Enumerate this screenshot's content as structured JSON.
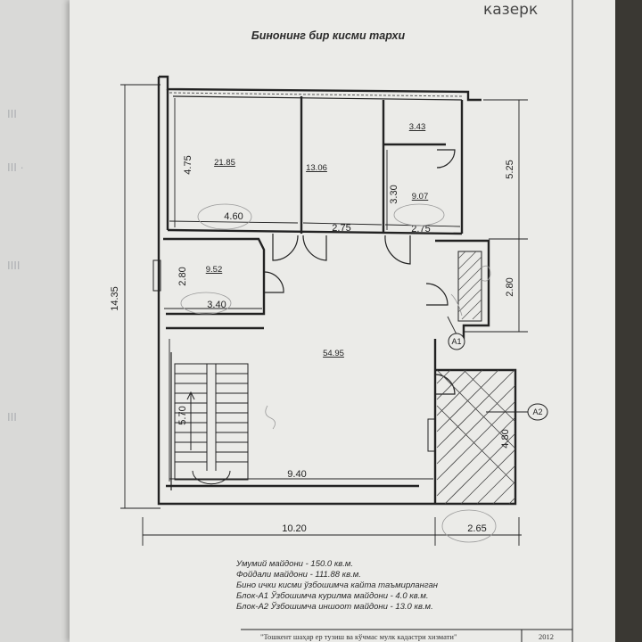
{
  "corner_note": "казерк",
  "plan_title": "Бинонинг бир кисми тархи",
  "rooms": [
    {
      "id": "room-1",
      "area": "21.85"
    },
    {
      "id": "room-2",
      "area": "13.06"
    },
    {
      "id": "room-3",
      "area": "3.43"
    },
    {
      "id": "room-4",
      "area": "9.07"
    },
    {
      "id": "room-5",
      "area": "9.52"
    },
    {
      "id": "room-6",
      "area": "54.95"
    }
  ],
  "dimensions": {
    "room1_height": "4.75",
    "room1_width": "4.60",
    "room2_width": "2.75",
    "room4_height": "3.30",
    "room4_width": "2.75",
    "right_top": "5.25",
    "right_mid": "2.80",
    "room5_height": "2.80",
    "room5_width": "3.40",
    "stair_height": "5.70",
    "hall_width": "9.40",
    "left_total": "14.35",
    "bottom_main": "10.20",
    "bottom_annex": "2.65",
    "annex_height": "4.80"
  },
  "block_labels": [
    "A1",
    "A2"
  ],
  "summary_lines": [
    "Умумий майдони - 150.0 кв.м.",
    "Фойдали майдони - 111.88 кв.м.",
    "Бино ички кисми ўзбошимча кайта таъмирланган",
    "Блок-А1 Ўзбошимча курилма майдони - 4.0 кв.м.",
    "Блок-А2 Ўзбошимча иншоот майдони - 13.0 кв.м."
  ],
  "footer": "\"Тошкент шаҳар ер тузиш ва кўчмас мулк кадастри хизмати\"",
  "footer_year": "2012"
}
